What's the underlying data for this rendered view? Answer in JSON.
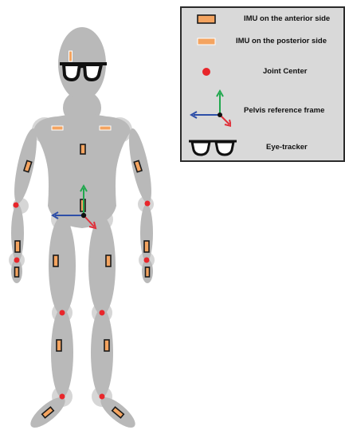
{
  "legend": {
    "items": [
      {
        "symbol": "imu-anterior",
        "label": "IMU on the anterior side"
      },
      {
        "symbol": "imu-posterior",
        "label": "IMU on the posterior side"
      },
      {
        "symbol": "joint-center",
        "label": "Joint Center"
      },
      {
        "symbol": "pelvis-frame",
        "label": "Pelvis reference frame"
      },
      {
        "symbol": "eye-tracker",
        "label": "Eye-tracker"
      }
    ]
  },
  "colors": {
    "body": "#b9b9b9",
    "body_light": "#cfcfcf",
    "joint": "#e8262b",
    "imu_fill": "#f4a460",
    "imu_outline": "#1a1a1a",
    "axis_x": "#2e4fa8",
    "axis_y": "#21a84e",
    "axis_z": "#e0303a",
    "legend_bg": "#d9d9d9"
  }
}
